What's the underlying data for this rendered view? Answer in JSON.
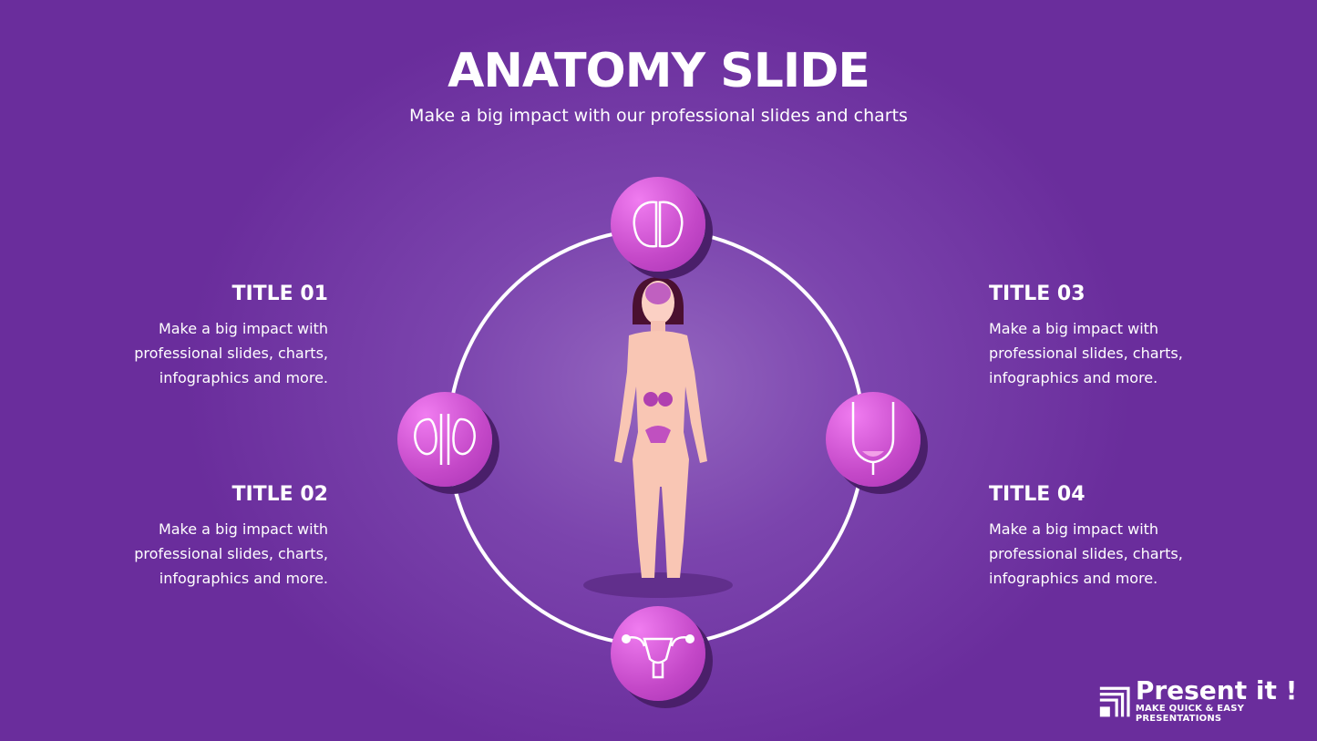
{
  "header": {
    "title": "ANATOMY SLIDE",
    "subtitle": "Make a big impact with our professional slides and charts"
  },
  "items": [
    {
      "title": "TITLE 01",
      "text": "Make a big impact with professional slides, charts, infographics and more."
    },
    {
      "title": "TITLE 02",
      "text": "Make a big impact with professional slides, charts, infographics and more."
    },
    {
      "title": "TITLE 03",
      "text": "Make a big impact with professional slides, charts, infographics and more."
    },
    {
      "title": "TITLE 04",
      "text": "Make a big impact with professional slides, charts, infographics and more."
    }
  ],
  "icons": [
    "brain-icon",
    "kidneys-icon",
    "bladder-icon",
    "uterus-icon"
  ],
  "logo": {
    "name": "Present it !",
    "tagline": "MAKE QUICK & EASY PRESENTATIONS"
  },
  "colors": {
    "background": "#6a2d9c",
    "node": "#c448c8",
    "ring": "#ffffff"
  }
}
